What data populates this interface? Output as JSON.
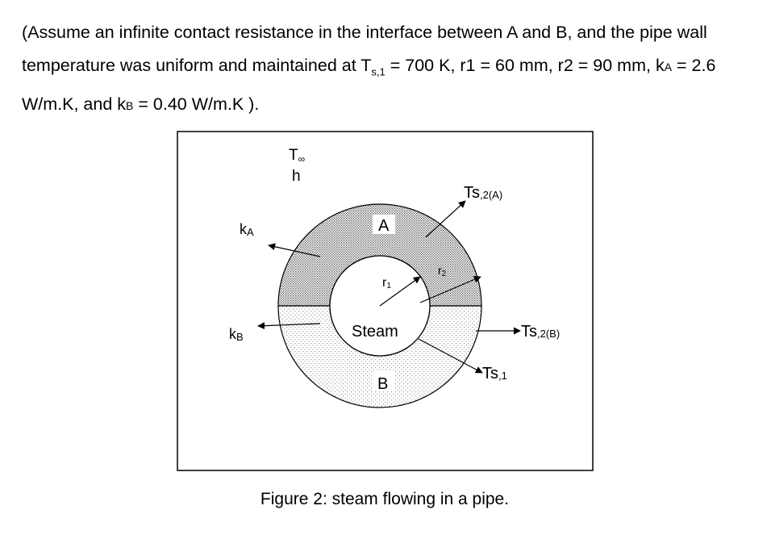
{
  "problem": {
    "p1": "(Assume an infinite contact resistance in the interface between A and B, and the pipe wall temperature was uniform and maintained at T",
    "ts1_sub": "s,1",
    "p2": " = 700 K, r1 = 60 mm, r2 = 90 mm, k",
    "kA_sub": "A",
    "p3": " = 2.6 W/m.K, and k",
    "kB_sub": "B",
    "p4": " = 0.40 W/m.K )."
  },
  "figure": {
    "t_inf": {
      "base": "T",
      "sub": "∞"
    },
    "h": "h",
    "layer_a": "A",
    "layer_b": "B",
    "steam": "Steam",
    "r1": {
      "base": "r",
      "sub": "1"
    },
    "r2": {
      "base": "r",
      "sub": "2"
    },
    "ka": {
      "base": "k",
      "sub": "A"
    },
    "kb": {
      "base": "k",
      "sub": "B"
    },
    "ts2a": {
      "base": "Ts",
      "sub": ",2(A)"
    },
    "ts2b": {
      "base": "Ts",
      "sub": ",2(B)"
    },
    "ts1": {
      "base": "Ts",
      "sub": ",1"
    }
  },
  "caption": "Figure 2: steam flowing in a pipe.",
  "colors": {
    "line": "#000000",
    "layer_a_dots": "#555555",
    "layer_b_dots": "#9a9a9a"
  }
}
